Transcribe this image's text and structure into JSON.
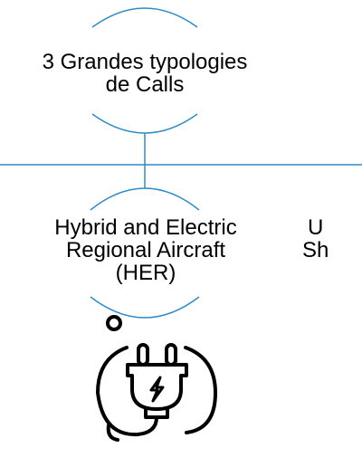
{
  "colors": {
    "connector": "#2f8ac9",
    "text": "#000000",
    "icon_stroke": "#000000"
  },
  "root_node": {
    "line1": "3 Grandes typologies",
    "line2": "de Calls"
  },
  "child_nodes": [
    {
      "line1": "Hybrid and Electric",
      "line2": "Regional Aircraft",
      "line3": "(HER)",
      "icon": "electric-plug-icon"
    },
    {
      "line1": "U",
      "line2": "Sh"
    }
  ]
}
